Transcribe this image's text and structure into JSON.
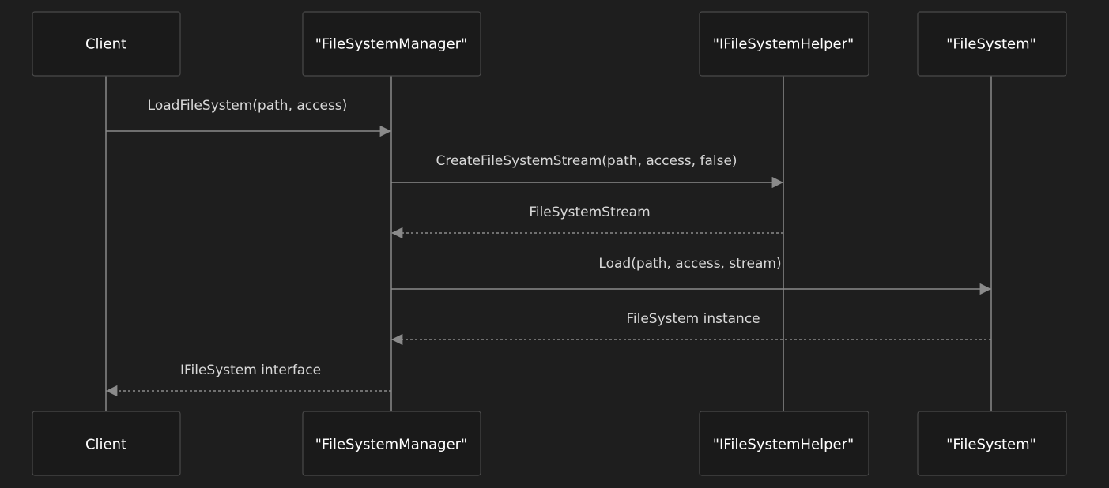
{
  "diagram": {
    "type": "sequence",
    "participants": [
      {
        "id": "client",
        "label": "Client"
      },
      {
        "id": "manager",
        "label": "\"FileSystemManager\""
      },
      {
        "id": "helper",
        "label": "\"IFileSystemHelper\""
      },
      {
        "id": "fs",
        "label": "\"FileSystem\""
      }
    ],
    "messages": [
      {
        "from": "client",
        "to": "manager",
        "label": "LoadFileSystem(path, access)",
        "style": "solid"
      },
      {
        "from": "manager",
        "to": "helper",
        "label": "CreateFileSystemStream(path, access, false)",
        "style": "solid"
      },
      {
        "from": "helper",
        "to": "manager",
        "label": "FileSystemStream",
        "style": "dashed"
      },
      {
        "from": "manager",
        "to": "fs",
        "label": "Load(path, access, stream)",
        "style": "solid"
      },
      {
        "from": "fs",
        "to": "manager",
        "label": "FileSystem instance",
        "style": "dashed"
      },
      {
        "from": "manager",
        "to": "client",
        "label": "IFileSystem interface",
        "style": "dashed"
      }
    ]
  },
  "colors": {
    "background": "#1e1e1e",
    "box_fill": "#1a1a1a",
    "box_stroke": "#4a4a4a",
    "lifeline": "#6e6e6e",
    "arrow": "#8a8a8a",
    "text": "#ffffff"
  }
}
